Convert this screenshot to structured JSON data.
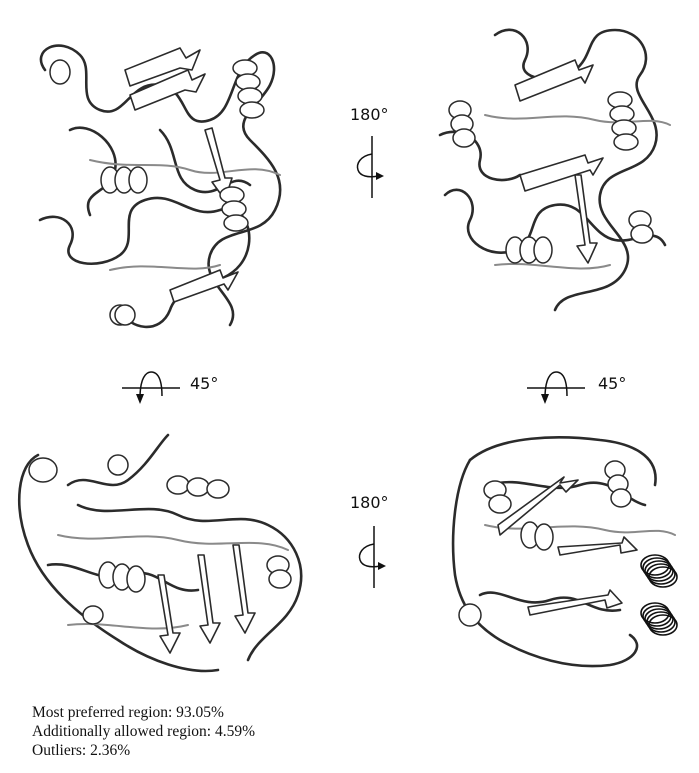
{
  "rotations": {
    "top_center_label": "180°",
    "left_middle_label": "45°",
    "right_middle_label": "45°",
    "bottom_center_label": "180°"
  },
  "stats": {
    "line1": "Most preferred region: 93.05%",
    "line2": "Additionally allowed region: 4.59%",
    "line3": "Outliers: 2.36%"
  }
}
